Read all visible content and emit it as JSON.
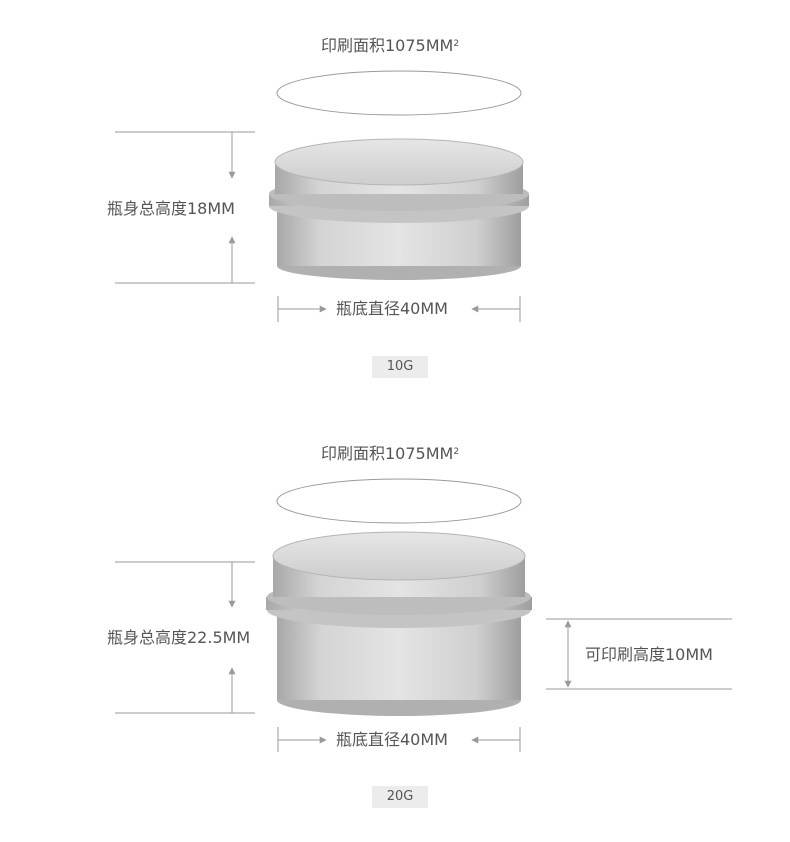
{
  "product_1": {
    "print_area_text": "印刷面积1075MM",
    "print_area_sup": "2",
    "body_height_text": "瓶身总高度18MM",
    "base_diameter_text": "瓶底直径40MM",
    "size_badge": "10G"
  },
  "product_2": {
    "print_area_text": "印刷面积1075MM",
    "print_area_sup": "2",
    "body_height_text": "瓶身总高度22.5MM",
    "base_diameter_text": "瓶底直径40MM",
    "printable_height_text": "可印刷高度10MM",
    "size_badge": "20G"
  },
  "colors": {
    "line": "#9a9a9a",
    "text": "#555555",
    "badge_bg": "#ececec",
    "tin_light": "#d6d6d6",
    "tin_dark": "#9c9c9c"
  }
}
